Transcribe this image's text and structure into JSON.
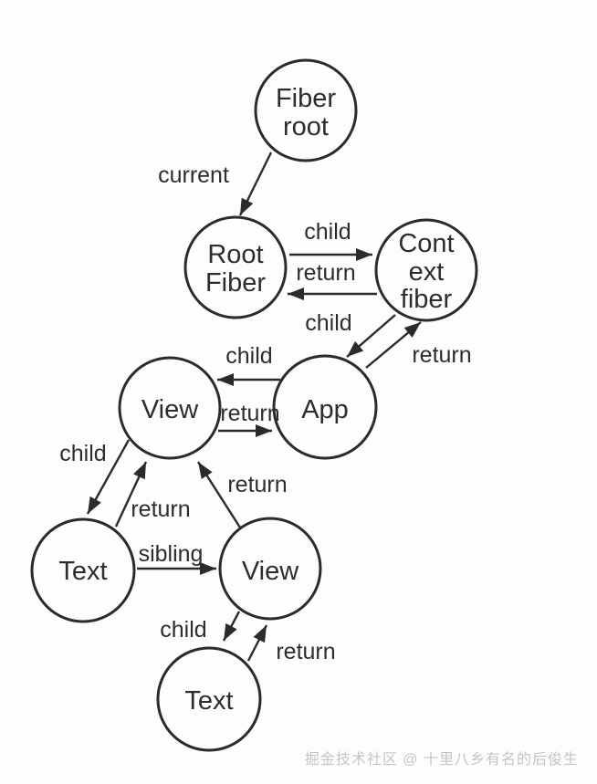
{
  "diagram": {
    "colors": {
      "background": "#fdfdfd",
      "stroke": "#2b2b2b",
      "text": "#2d2d2d",
      "watermark": "#c4c4c4"
    },
    "nodes": [
      {
        "id": "fiber-root",
        "label": "Fiber root",
        "lines": [
          "Fiber",
          "root"
        ]
      },
      {
        "id": "root-fiber",
        "label": "Root Fiber",
        "lines": [
          "Root",
          "Fiber"
        ]
      },
      {
        "id": "context-fiber",
        "label": "Context fiber",
        "lines": [
          "Cont",
          "ext",
          "fiber"
        ]
      },
      {
        "id": "view-1",
        "label": "View",
        "lines": [
          "View"
        ]
      },
      {
        "id": "app",
        "label": "App",
        "lines": [
          "App"
        ]
      },
      {
        "id": "text-1",
        "label": "Text",
        "lines": [
          "Text"
        ]
      },
      {
        "id": "view-2",
        "label": "View",
        "lines": [
          "View"
        ]
      },
      {
        "id": "text-2",
        "label": "Text",
        "lines": [
          "Text"
        ]
      }
    ],
    "edges": [
      {
        "from": "fiber-root",
        "to": "root-fiber",
        "label": "current"
      },
      {
        "from": "root-fiber",
        "to": "context-fiber",
        "label": "child"
      },
      {
        "from": "context-fiber",
        "to": "root-fiber",
        "label": "return"
      },
      {
        "from": "context-fiber",
        "to": "app",
        "label": "child"
      },
      {
        "from": "app",
        "to": "context-fiber",
        "label": "return"
      },
      {
        "from": "app",
        "to": "view-1",
        "label": "child"
      },
      {
        "from": "view-1",
        "to": "app",
        "label": "return"
      },
      {
        "from": "view-1",
        "to": "text-1",
        "label": "child"
      },
      {
        "from": "text-1",
        "to": "view-1",
        "label": "return"
      },
      {
        "from": "view-2",
        "to": "view-1",
        "label": "return"
      },
      {
        "from": "text-1",
        "to": "view-2",
        "label": "sibling"
      },
      {
        "from": "view-2",
        "to": "text-2",
        "label": "child"
      },
      {
        "from": "text-2",
        "to": "view-2",
        "label": "return"
      }
    ],
    "watermark": {
      "text": "掘金技术社区 @ 十里八乡有名的后俊生"
    }
  }
}
